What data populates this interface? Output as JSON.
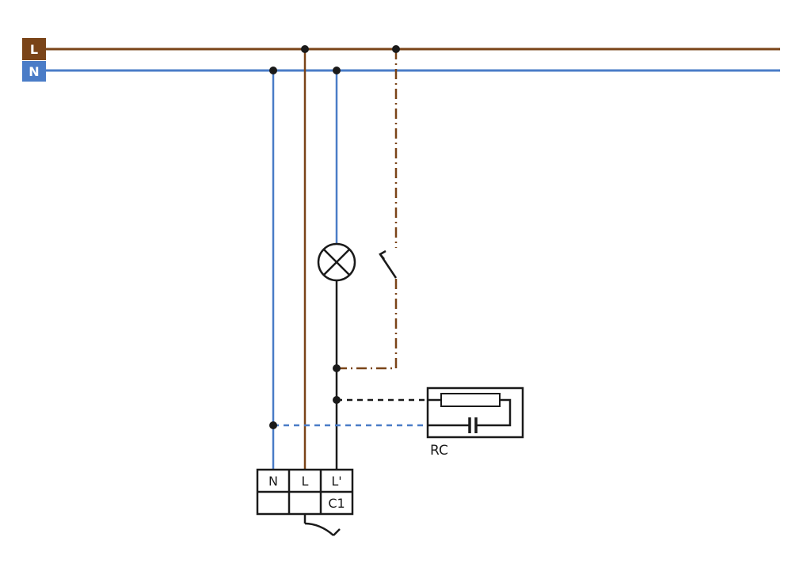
{
  "diagram": {
    "type": "electrical-wiring-schematic",
    "bus": {
      "live_label": "L",
      "neutral_label": "N"
    },
    "terminal_block": {
      "row1": [
        "N",
        "L",
        "L'"
      ],
      "row2_c1": "C1"
    },
    "rc_module": {
      "label": "RC"
    },
    "symbols": [
      "lamp-symbol",
      "switch-contact-symbol",
      "resistor-symbol",
      "capacitor-symbol",
      "terminal-block",
      "junction-dot"
    ],
    "colors": {
      "live_brown": "#7a4418",
      "neutral_blue": "#4a7cc7",
      "wire_black": "#1a1a1a",
      "label_text": "#ffffff",
      "background": "#ffffff"
    }
  }
}
